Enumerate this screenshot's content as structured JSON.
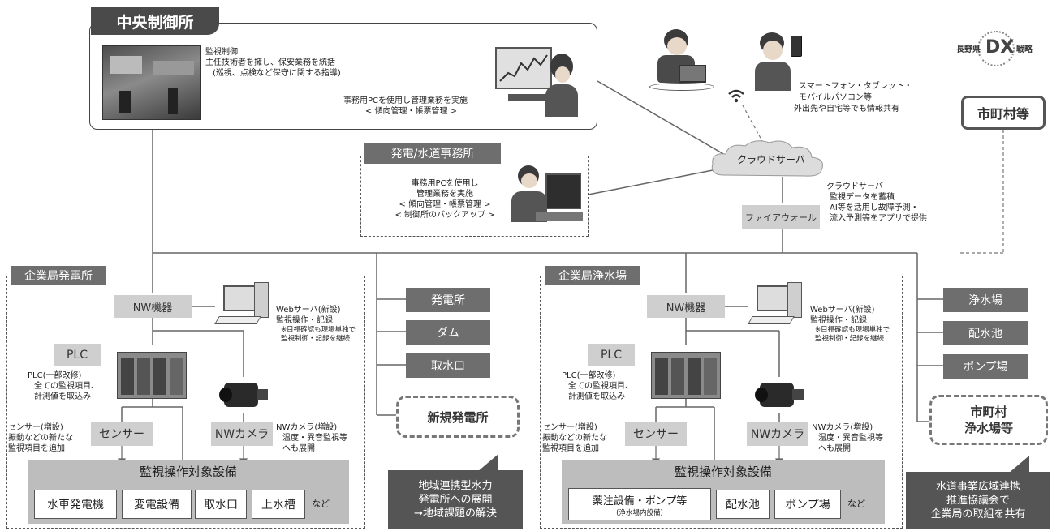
{
  "central": {
    "title": "中央制御所",
    "monitor_head": "監視制御",
    "monitor_line1": "主任技術者を擁し、保安業務を統括",
    "monitor_line2": "(巡視、点検など保守に関する指導)",
    "pc_line1": "事務用PCを使用し管理業務を実施",
    "pc_line2": "< 傾向管理・帳票管理 >"
  },
  "branch": {
    "title": "発電/水道事務所",
    "line1": "事務用PCを使用し",
    "line2": "管理業務を実施",
    "line3": "< 傾向管理・帳票管理 >",
    "line4": "< 制御所のバックアップ >"
  },
  "mobile": {
    "line1": "スマートフォン・タブレット・",
    "line2": "モバイルパソコン等",
    "line3": "外出先や自宅等でも情報共有"
  },
  "logo": {
    "prefix": "長野県",
    "dx": "DX",
    "suffix": "戦略"
  },
  "municipality": {
    "title": "市町村等"
  },
  "cloud": {
    "label": "クラウドサーバ",
    "desc_title": "クラウドサーバ",
    "desc1": "監視データを蓄積",
    "desc2": "AI等を活用し故障予測・",
    "desc3": "流入予測等をアプリで提供"
  },
  "firewall": {
    "label": "ファイアウォール"
  },
  "power_plant": {
    "title": "企業局発電所",
    "nw": "NW機器",
    "web1": "Webサーバ(新設)",
    "web2": "監視操作・記録",
    "web3": "※目視確認も現場単独で",
    "web4": "監視制御・記録を継続",
    "plc": "PLC",
    "plc1": "PLC(一部改修)",
    "plc2": "全ての監視項目、",
    "plc3": "計測値を取込み",
    "sensor": "センサー",
    "sensor1": "センサー(増設)",
    "sensor2": "振動などの新たな",
    "sensor3": "監視項目を追加",
    "camera": "NWカメラ",
    "camera1": "NWカメラ(増設)",
    "camera2": "温度・異音監視等",
    "camera3": "へも展開",
    "target": "監視操作対象設備",
    "equip": [
      "水車発電機",
      "変電設備",
      "取水口",
      "上水槽"
    ],
    "etc": "など"
  },
  "middle": {
    "items": [
      "発電所",
      "ダム",
      "取水口"
    ],
    "new_plant": "新規発電所",
    "callout1": "地域連携型水力",
    "callout2": "発電所への展開",
    "callout3": "→地域課題の解決"
  },
  "water_plant": {
    "title": "企業局浄水場",
    "nw": "NW機器",
    "web1": "Webサーバ(新設)",
    "web2": "監視操作・記録",
    "web3": "※目視確認も現場単独で",
    "web4": "監視制御・記録を継続",
    "plc": "PLC",
    "plc1": "PLC(一部改修)",
    "plc2": "全ての監視項目、",
    "plc3": "計測値を取込み",
    "sensor": "センサー",
    "sensor1": "センサー(増設)",
    "sensor2": "振動などの新たな",
    "sensor3": "監視項目を追加",
    "camera": "NWカメラ",
    "camera1": "NWカメラ(増設)",
    "camera2": "温度・異音監視等",
    "camera3": "へも展開",
    "target": "監視操作対象設備",
    "equip1": "薬注設備・ポンプ等",
    "equip1_sub": "(浄水場内設備)",
    "equip2": "配水池",
    "equip3": "ポンプ場",
    "etc": "など"
  },
  "right": {
    "items": [
      "浄水場",
      "配水池",
      "ポンプ場"
    ],
    "muni_water1": "市町村",
    "muni_water2": "浄水場等",
    "callout1": "水道事業広域連携",
    "callout2": "推進協議会で",
    "callout3": "企業局の取組を共有"
  }
}
